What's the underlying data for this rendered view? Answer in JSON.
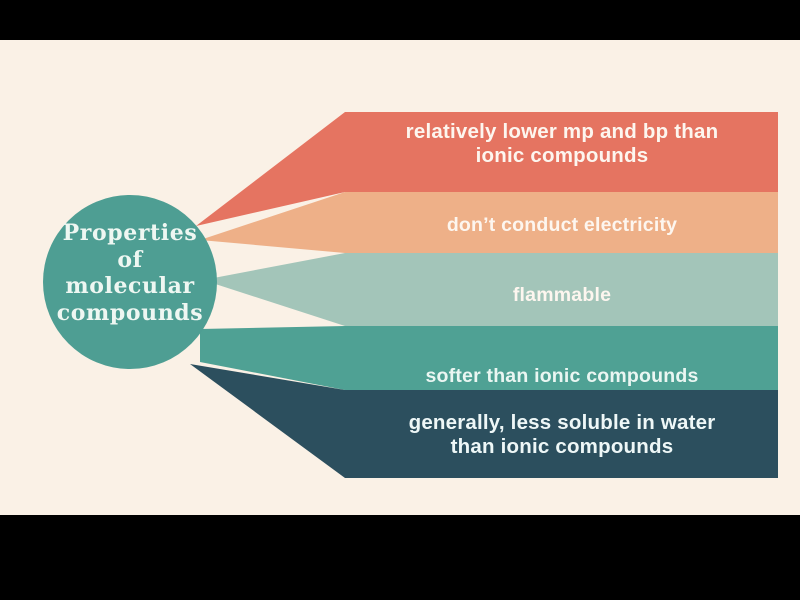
{
  "frame": {
    "letterbox_color": "#000000",
    "background_color": "#faf1e6"
  },
  "hub": {
    "name": "properties-of-molecular-compounds",
    "color": "#4e9e93",
    "text_color": "#eef7f2",
    "lines": [
      "Properties",
      "of",
      "molecular",
      "compounds"
    ],
    "full_text": "Properties of molecular compounds"
  },
  "bands": [
    {
      "id": "band-lower-mp-bp",
      "color": "#e57461",
      "text_color": "#fdf6ef",
      "lines": [
        "relatively lower mp and bp than",
        "ionic compounds"
      ],
      "text": "relatively lower mp and bp than ionic compounds"
    },
    {
      "id": "band-no-conduct",
      "color": "#eeb088",
      "text_color": "#fdf6ef",
      "lines": [
        "don’t conduct electricity"
      ],
      "text": "don’t conduct electricity"
    },
    {
      "id": "band-flammable",
      "color": "#a3c5b9",
      "text_color": "#fdf6ef",
      "lines": [
        "flammable"
      ],
      "text": "flammable"
    },
    {
      "id": "band-softer",
      "color": "#4fa194",
      "text_color": "#eaf6f2",
      "lines": [
        "softer than ionic compounds"
      ],
      "text": "softer than ionic compounds"
    },
    {
      "id": "band-less-soluble",
      "color": "#2c4f5e",
      "text_color": "#eef7f7",
      "lines": [
        "generally, less soluble in water",
        "than ionic compounds"
      ],
      "text": "generally, less soluble in water than ionic compounds"
    }
  ]
}
